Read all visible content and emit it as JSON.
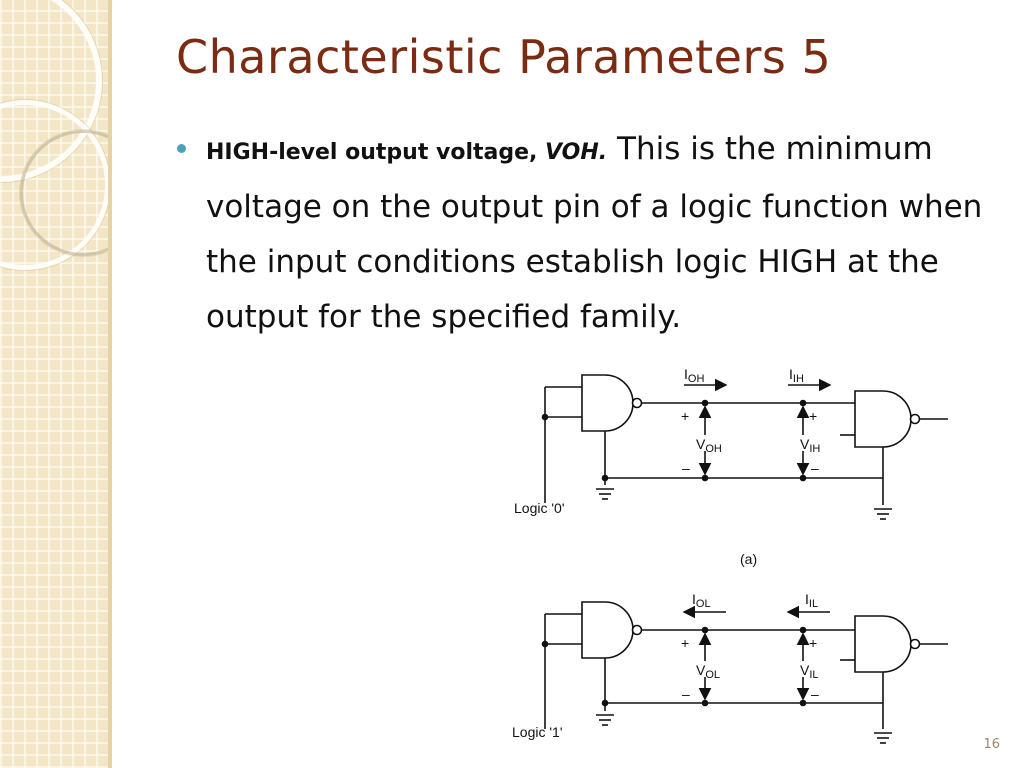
{
  "slide": {
    "title": "Characteristic Parameters 5",
    "bullet": {
      "term": "HIGH-level output voltage, ",
      "term_symbol": "VOH.",
      "text": " This is the minimum voltage on the output pin of a logic function when the input conditions establish logic HIGH at the output for the specified family."
    },
    "page_number": "16"
  },
  "figure": {
    "a": {
      "input_label": "Logic '0'",
      "current_out": {
        "main": "I",
        "sub": "OH"
      },
      "current_in": {
        "main": "I",
        "sub": "IH"
      },
      "voltage_out": {
        "main": "V",
        "sub": "OH"
      },
      "voltage_in": {
        "main": "V",
        "sub": "IH"
      },
      "caption": "(a)"
    },
    "b": {
      "input_label": "Logic '1'",
      "current_out": {
        "main": "I",
        "sub": "OL"
      },
      "current_in": {
        "main": "I",
        "sub": "IL"
      },
      "voltage_out": {
        "main": "V",
        "sub": "OL"
      },
      "voltage_in": {
        "main": "V",
        "sub": "IL"
      }
    },
    "plus": "+",
    "minus": "–"
  },
  "colors": {
    "title": "#7a2b12",
    "bullet": "#4aa3b8",
    "band": "#f3e6c6"
  }
}
